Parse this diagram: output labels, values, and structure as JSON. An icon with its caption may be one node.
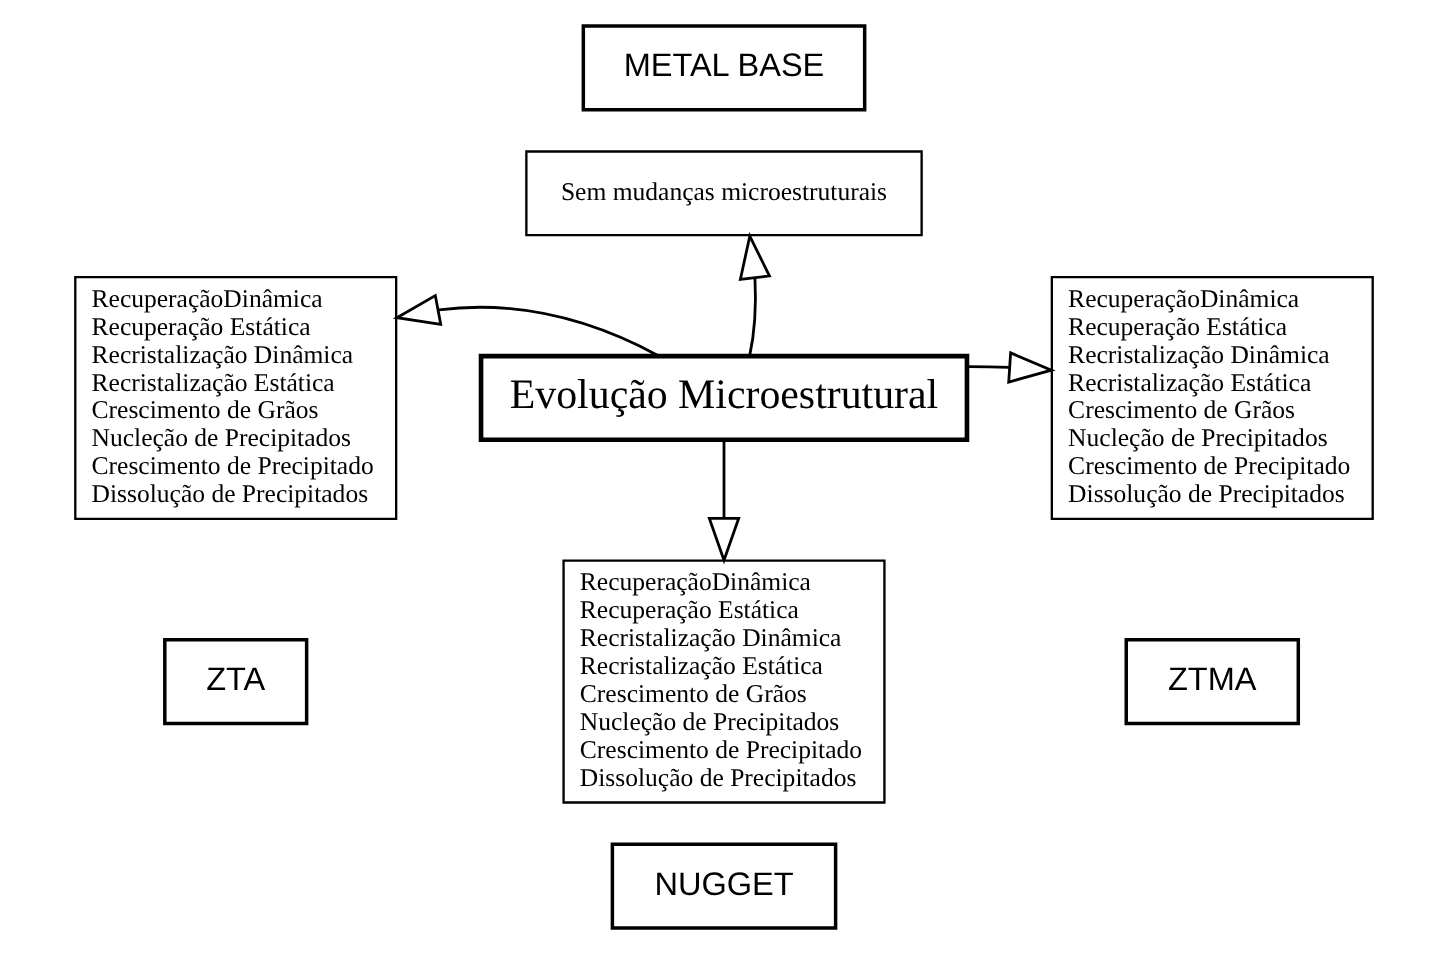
{
  "diagram": {
    "nodes": [
      {
        "text": [
          "METAL BASE"
        ]
      },
      {
        "text": [
          "Sem mudanças microestruturais"
        ]
      },
      {
        "text": [
          "RecuperaçãoDinâmica",
          "Recuperação Estática",
          "Recristalização Dinâmica",
          "Recristalização Estática",
          "Crescimento de Grãos",
          "Nucleção de Precipitados",
          "Crescimento de Precipitado",
          "Dissolução de Precipitados"
        ]
      },
      {
        "text": [
          "Evolução Microestrutural"
        ]
      },
      {
        "text": [
          "RecuperaçãoDinâmica",
          "Recuperação Estática",
          "Recristalização Dinâmica",
          "Recristalização Estática",
          "Crescimento de Grãos",
          "Nucleção de Precipitados",
          "Crescimento de Precipitado",
          "Dissolução de Precipitados"
        ]
      },
      {
        "text": [
          "ZTA"
        ]
      },
      {
        "text": [
          "ZTMA"
        ]
      },
      {
        "text": [
          "RecuperaçãoDinâmica",
          "Recuperação Estática",
          "Recristalização Dinâmica",
          "Recristalização Estática",
          "Crescimento de Grãos",
          "Nucleção de Precipitados",
          "Crescimento de Precipitado",
          "Dissolução de Precipitados"
        ]
      },
      {
        "text": [
          "NUGGET"
        ]
      }
    ],
    "edges": [
      {
        "from": 3,
        "to": 1,
        "arrow": "to"
      },
      {
        "from": 3,
        "to": 2,
        "arrow": "to"
      },
      {
        "from": 3,
        "to": 4,
        "arrow": "to"
      },
      {
        "from": 3,
        "to": 7,
        "arrow": "to"
      }
    ]
  }
}
